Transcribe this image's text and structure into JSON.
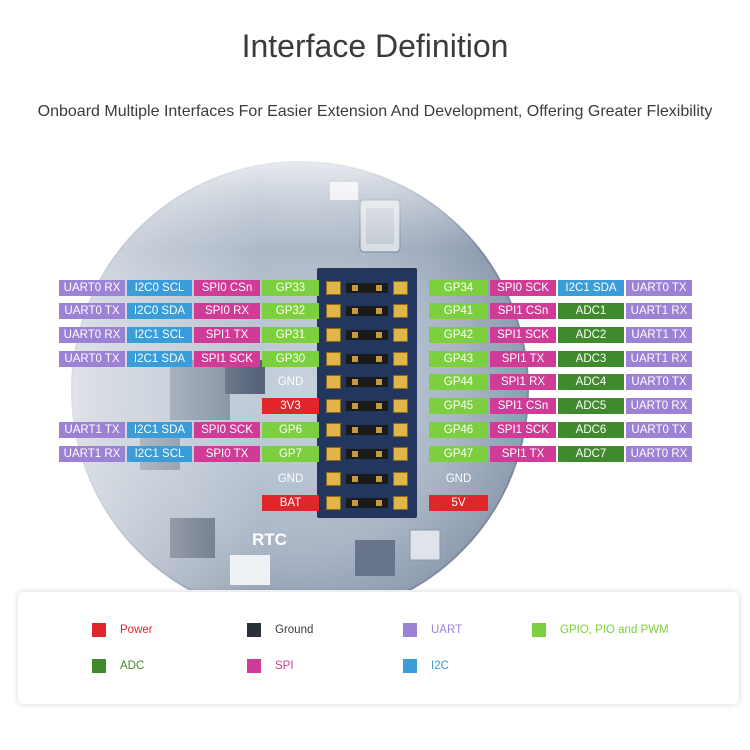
{
  "title": "Interface Definition",
  "subtitle": "Onboard Multiple Interfaces For Easier Extension And Development, Offering Greater Flexibility",
  "board": {
    "rtc_label": "RTC"
  },
  "colors": {
    "uart": "#9c82d4",
    "i2c": "#3a9cd8",
    "spi": "#cf3b96",
    "gpio": "#7ccf3e",
    "adc": "#3e8a2c",
    "ground": "#000000",
    "power": "#e0262b"
  },
  "pins": [
    {
      "left": [
        {
          "t": "UART0 RX",
          "c": "uart"
        },
        {
          "t": "I2C0 SCL",
          "c": "i2c"
        },
        {
          "t": "SPI0 CSn",
          "c": "spi"
        },
        {
          "t": "GP33",
          "c": "gpio"
        }
      ],
      "right": [
        {
          "t": "GP34",
          "c": "gpio"
        },
        {
          "t": "SPI0 SCK",
          "c": "spi"
        },
        {
          "t": "I2C1 SDA",
          "c": "i2c"
        },
        {
          "t": "UART0 TX",
          "c": "uart"
        }
      ]
    },
    {
      "left": [
        {
          "t": "UART0 TX",
          "c": "uart"
        },
        {
          "t": "I2C0 SDA",
          "c": "i2c"
        },
        {
          "t": "SPI0 RX",
          "c": "spi"
        },
        {
          "t": "GP32",
          "c": "gpio"
        }
      ],
      "right": [
        {
          "t": "GP41",
          "c": "gpio"
        },
        {
          "t": "SPI1 CSn",
          "c": "spi"
        },
        {
          "t": "ADC1",
          "c": "adc"
        },
        {
          "t": "UART1 RX",
          "c": "uart"
        }
      ]
    },
    {
      "left": [
        {
          "t": "UART0 RX",
          "c": "uart"
        },
        {
          "t": "I2C1 SCL",
          "c": "i2c"
        },
        {
          "t": "SPI1 TX",
          "c": "spi"
        },
        {
          "t": "GP31",
          "c": "gpio"
        }
      ],
      "right": [
        {
          "t": "GP42",
          "c": "gpio"
        },
        {
          "t": "SPI1 SCK",
          "c": "spi"
        },
        {
          "t": "ADC2",
          "c": "adc"
        },
        {
          "t": "UART1 TX",
          "c": "uart"
        }
      ]
    },
    {
      "left": [
        {
          "t": "UART0 TX",
          "c": "uart"
        },
        {
          "t": "I2C1 SDA",
          "c": "i2c"
        },
        {
          "t": "SPI1 SCK",
          "c": "spi"
        },
        {
          "t": "GP30",
          "c": "gpio"
        }
      ],
      "right": [
        {
          "t": "GP43",
          "c": "gpio"
        },
        {
          "t": "SPI1 TX",
          "c": "spi"
        },
        {
          "t": "ADC3",
          "c": "adc"
        },
        {
          "t": "UART1 RX",
          "c": "uart"
        }
      ]
    },
    {
      "left": [
        {
          "t": "GND",
          "c": "ground"
        }
      ],
      "right": [
        {
          "t": "GP44",
          "c": "gpio"
        },
        {
          "t": "SPI1 RX",
          "c": "spi"
        },
        {
          "t": "ADC4",
          "c": "adc"
        },
        {
          "t": "UART0 TX",
          "c": "uart"
        }
      ]
    },
    {
      "left": [
        {
          "t": "3V3",
          "c": "power"
        }
      ],
      "right": [
        {
          "t": "GP45",
          "c": "gpio"
        },
        {
          "t": "SPI1 CSn",
          "c": "spi"
        },
        {
          "t": "ADC5",
          "c": "adc"
        },
        {
          "t": "UART0 RX",
          "c": "uart"
        }
      ]
    },
    {
      "left": [
        {
          "t": "UART1 TX",
          "c": "uart"
        },
        {
          "t": "I2C1 SDA",
          "c": "i2c"
        },
        {
          "t": "SPI0 SCK",
          "c": "spi"
        },
        {
          "t": "GP6",
          "c": "gpio"
        }
      ],
      "right": [
        {
          "t": "GP46",
          "c": "gpio"
        },
        {
          "t": "SPI1 SCK",
          "c": "spi"
        },
        {
          "t": "ADC6",
          "c": "adc"
        },
        {
          "t": "UART0 TX",
          "c": "uart"
        }
      ]
    },
    {
      "left": [
        {
          "t": "UART1 RX",
          "c": "uart"
        },
        {
          "t": "I2C1 SCL",
          "c": "i2c"
        },
        {
          "t": "SPI0 TX",
          "c": "spi"
        },
        {
          "t": "GP7",
          "c": "gpio"
        }
      ],
      "right": [
        {
          "t": "GP47",
          "c": "gpio"
        },
        {
          "t": "SPI1 TX",
          "c": "spi"
        },
        {
          "t": "ADC7",
          "c": "adc"
        },
        {
          "t": "UART0 RX",
          "c": "uart"
        }
      ]
    },
    {
      "left": [
        {
          "t": "GND",
          "c": "ground"
        }
      ],
      "right": [
        {
          "t": "GND",
          "c": "ground"
        }
      ]
    },
    {
      "left": [
        {
          "t": "BAT",
          "c": "power"
        }
      ],
      "right": [
        {
          "t": "5V",
          "c": "power"
        }
      ]
    }
  ],
  "legend": [
    {
      "label": "Power",
      "color": "#e0262b",
      "text_color": "#e0262b",
      "icon": "red-square"
    },
    {
      "label": "Ground",
      "color": "#2b2f3a",
      "text_color": "#3a3a3a",
      "icon": "black-square"
    },
    {
      "label": "UART",
      "color": "#9c82d4",
      "text_color": "#9c82d4",
      "icon": "purple-square"
    },
    {
      "label": "GPIO, PIO and PWM",
      "color": "#7ccf3e",
      "text_color": "#7ccf3e",
      "icon": "green-square"
    },
    {
      "label": "ADC",
      "color": "#3e8a2c",
      "text_color": "#3e8a2c",
      "icon": "dark-green-square"
    },
    {
      "label": "SPI",
      "color": "#cf3b96",
      "text_color": "#cf3b96",
      "icon": "magenta-square"
    },
    {
      "label": "I2C",
      "color": "#3a9cd8",
      "text_color": "#3a9cd8",
      "icon": "blue-square"
    }
  ]
}
